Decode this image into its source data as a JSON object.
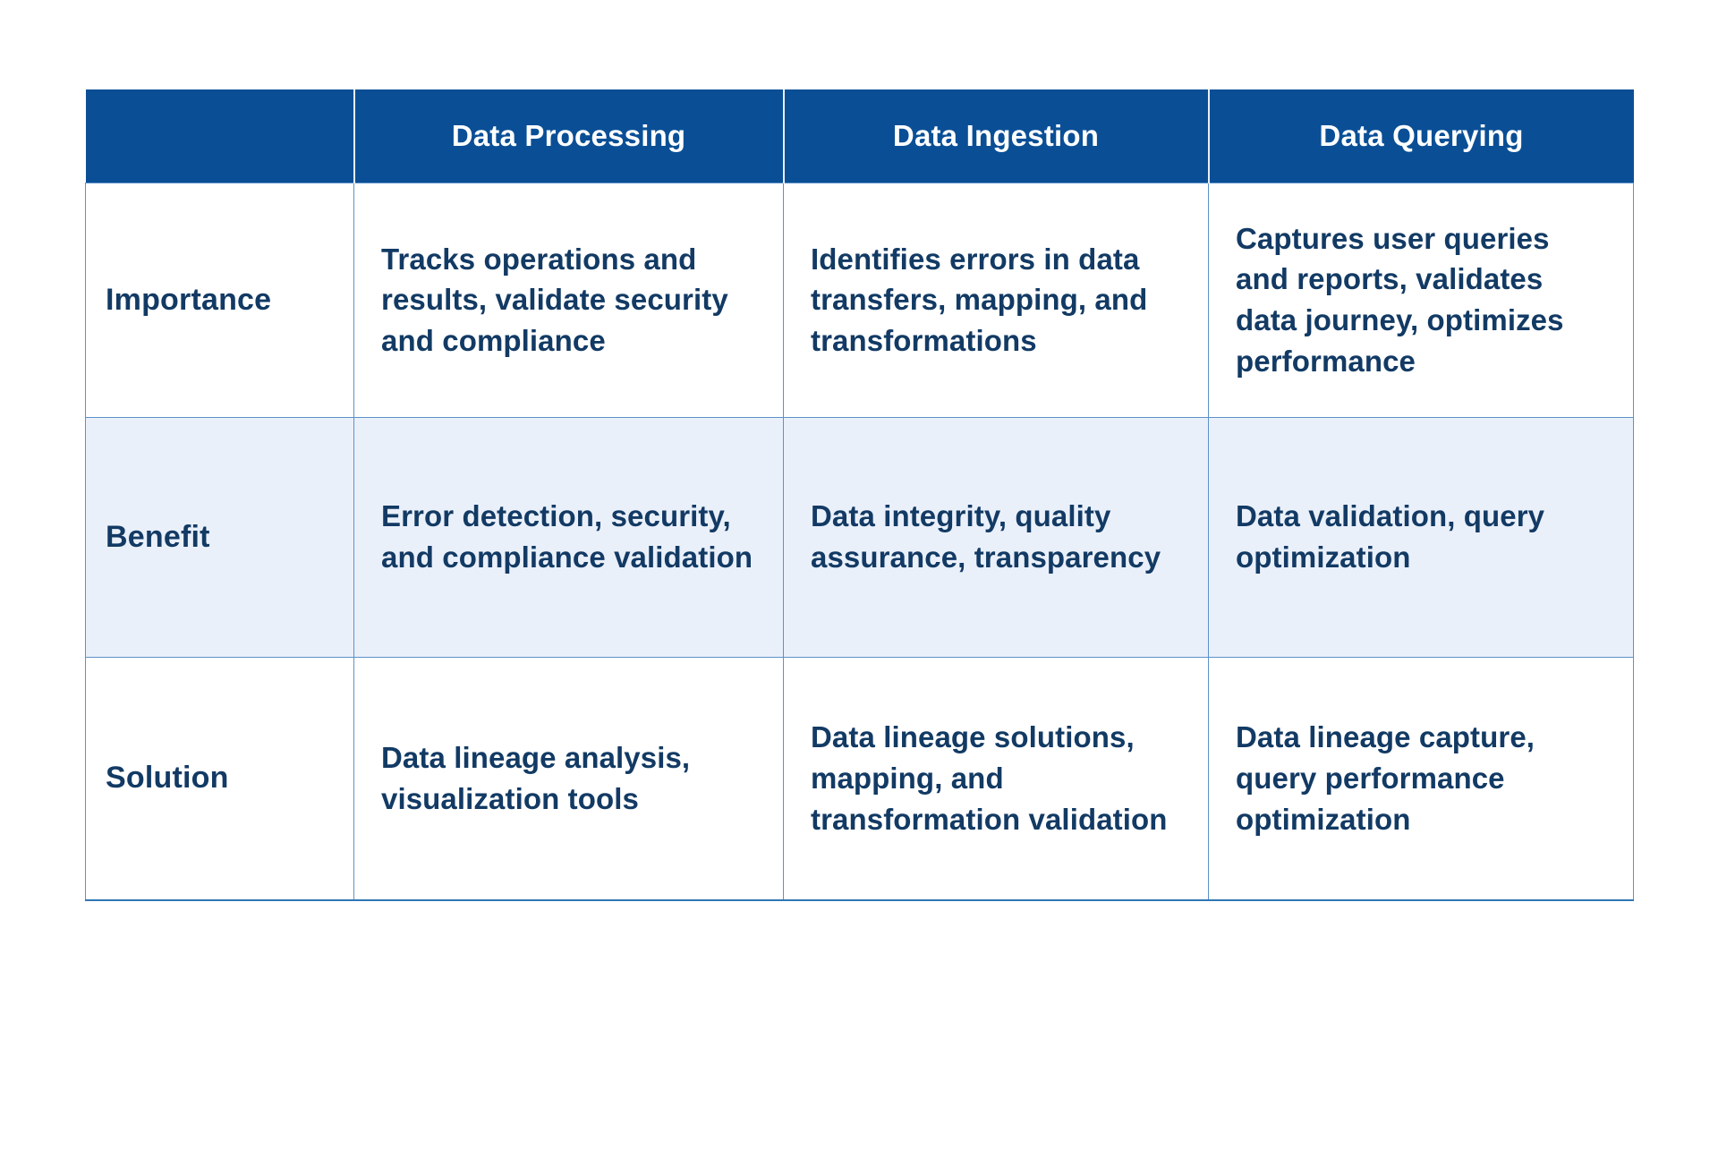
{
  "theme": {
    "header_bg": "#0a4f96",
    "header_text": "#ffffff",
    "body_text": "#123a64",
    "row_alt_bg": "#eaf0fa",
    "row_bg": "#ffffff",
    "border": "#5d92c8",
    "page_bg": "#ffffff"
  },
  "table": {
    "columns": [
      {
        "key": "label",
        "label": ""
      },
      {
        "key": "data_processing",
        "label": "Data Processing"
      },
      {
        "key": "data_ingestion",
        "label": "Data Ingestion"
      },
      {
        "key": "data_querying",
        "label": "Data Querying"
      }
    ],
    "rows": [
      {
        "label": "Importance",
        "data_processing": "Tracks operations and results, validate security and compliance",
        "data_ingestion": "Identifies errors in data transfers, mapping, and transformations",
        "data_querying": "Captures user queries and reports, validates data journey, optimizes performance"
      },
      {
        "label": "Benefit",
        "data_processing": "Error detection, security, and compliance validation",
        "data_ingestion": "Data integrity, quality assurance, transparency",
        "data_querying": "Data validation, query optimization"
      },
      {
        "label": "Solution",
        "data_processing": "Data lineage analysis, visualization tools",
        "data_ingestion": "Data lineage solutions, mapping, and transformation validation",
        "data_querying": "Data lineage capture, query performance optimization"
      }
    ]
  }
}
